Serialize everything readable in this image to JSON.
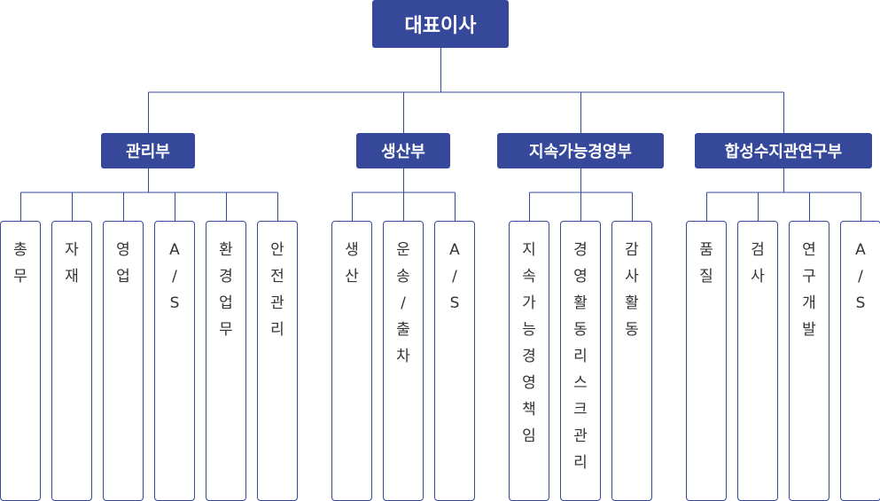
{
  "ceo": "대표이사",
  "departments": [
    {
      "name": "관리부",
      "units": [
        "총무",
        "자재",
        "영업",
        "A/S",
        "환경업무",
        "안전관리"
      ]
    },
    {
      "name": "생산부",
      "units": [
        "생산",
        "운송/출차",
        "A/S"
      ]
    },
    {
      "name": "지속가능경영부",
      "units": [
        "지속가능경영책임",
        "경영활동리스크관리",
        "감사활동"
      ]
    },
    {
      "name": "합성수지관연구부",
      "units": [
        "품질",
        "검사",
        "연구개발",
        "A/S"
      ]
    }
  ],
  "colors": {
    "box": "#35489a",
    "line": "#35489a",
    "text": "#333333"
  }
}
